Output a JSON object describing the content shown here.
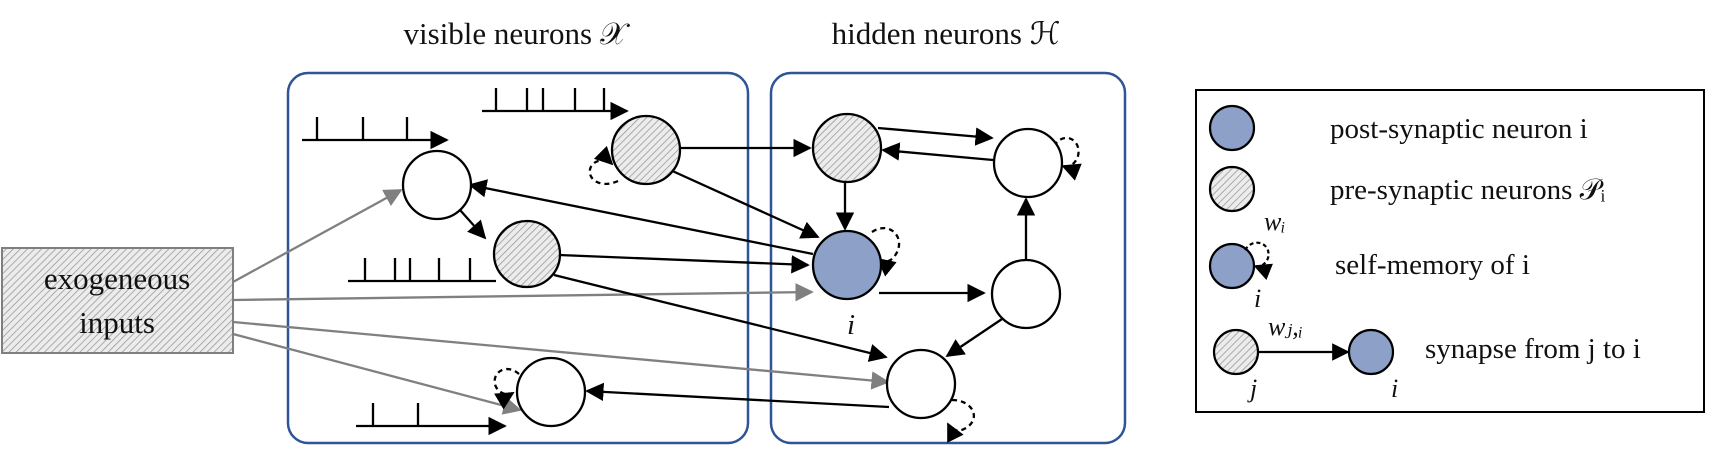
{
  "titles": {
    "visible": "visible neurons 𝒳",
    "hidden": "hidden neurons ℋ"
  },
  "inputs": {
    "line1": "exogeneous",
    "line2": "inputs"
  },
  "neuron_label": "i",
  "legend": {
    "post": "post-synaptic neuron i",
    "pre": "pre-synaptic neurons 𝒫ᵢ",
    "self": "self-memory of i",
    "synapse": "synapse from j to i",
    "w_i": "wᵢ",
    "w_ji": "wⱼ,ᵢ",
    "i": "i",
    "j": "j"
  },
  "colors": {
    "post_fill": "#8ca0c8",
    "box_border": "#2f5597",
    "input_arrow": "#808080",
    "line": "#000000"
  }
}
